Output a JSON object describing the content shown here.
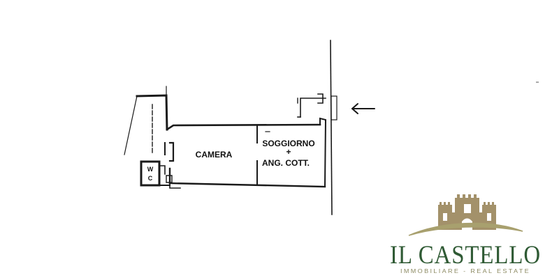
{
  "plan": {
    "rooms": {
      "camera": "CAMERA",
      "soggiorno_line1": "SOGGIORNO",
      "soggiorno_plus": "+",
      "soggiorno_line2": "ANG. COTT.",
      "wc_w": "W",
      "wc_c": "C"
    },
    "entrance_arrow": "←"
  },
  "logo": {
    "name": "IL CASTELLO",
    "tagline": "IMMOBILIARE - REAL ESTATE",
    "colors": {
      "name": "#2f5a34",
      "tagline": "#8c8a62",
      "castle": "#a3916a",
      "swoosh": "#a8a06e"
    }
  }
}
